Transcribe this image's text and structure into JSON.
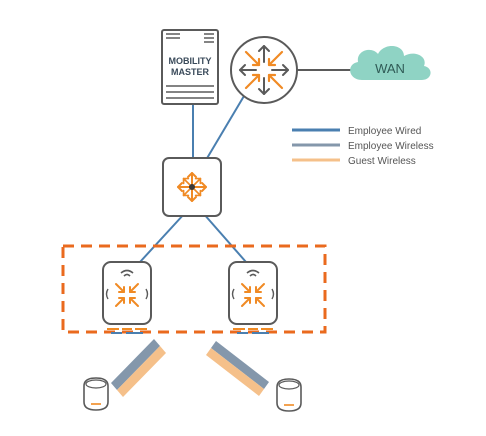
{
  "nodes": {
    "mobility_master": {
      "line1": "MOBILITY",
      "line2": "MASTER"
    },
    "wan": {
      "label": "WAN"
    }
  },
  "legend": {
    "items": [
      {
        "label": "Employee Wired",
        "color": "#4a7fb0"
      },
      {
        "label": "Employee Wireless",
        "color": "#8497ab"
      },
      {
        "label": "Guest Wireless",
        "color": "#f5c08a"
      }
    ]
  },
  "colors": {
    "wired": "#4a7fb0",
    "wireless": "#8497ab",
    "guest": "#f5c08a",
    "accent_orange": "#f08a24",
    "device_outline": "#5a5a5a",
    "cloud": "#8fd3c4"
  }
}
